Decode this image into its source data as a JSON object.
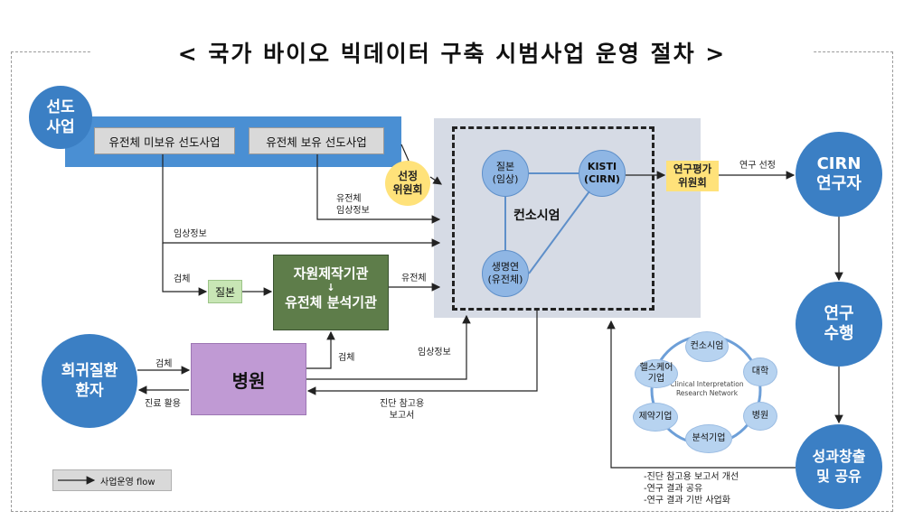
{
  "title": "< 국가 바이오 빅데이터 구축 시범사업 운영 절차 >",
  "pilot": {
    "circle": "선도\n사업",
    "box1": "유전체 미보유 선도사업",
    "box2": "유전체 보유 선도사업"
  },
  "committee": "선정\n위원회",
  "consortium": {
    "label": "컨소시엄",
    "node1": "질본\n(임상)",
    "node2": "KISTI\n(CIRN)",
    "node3": "생명연\n(유전체)"
  },
  "eval_committee": "연구평가\n위원회",
  "cirn_researcher": "CIRN\n연구자",
  "research": "연구\n수행",
  "outcome": "성과창출\n및 공유",
  "patient": "희귀질환\n환자",
  "hospital": "병원",
  "resource_box": {
    "line1": "자원제작기관",
    "line2": "유전체 분석기관"
  },
  "kdca_sample": "질본",
  "labels": {
    "genome_clinical": "유전체\n임상정보",
    "clinical_info_1": "임상정보",
    "specimen_1": "검체",
    "genome": "유전체",
    "specimen_2": "검체",
    "clinical_info_2": "임상정보",
    "specimen_3": "검체",
    "treatment_use": "진료 활용",
    "diag_report": "진단 참고용\n보고서",
    "research_select": "연구 선정",
    "feedback": "-진단 참고용 보고서 개선\n-연구 결과 공유\n-연구 결과 기반 사업화"
  },
  "network": {
    "center": "Clinical Interpretation\nResearch Network",
    "nodes": [
      "컨소시엄",
      "대학",
      "병원",
      "분석기업",
      "제약기업",
      "헬스케어\n기업"
    ]
  },
  "legend": "사업운영 flow",
  "colors": {
    "blue": "#3b7fc4",
    "panel": "#d6dbe5",
    "yellow": "#ffe27a",
    "green": "#5e7d4a",
    "purple": "#c09ad4"
  }
}
